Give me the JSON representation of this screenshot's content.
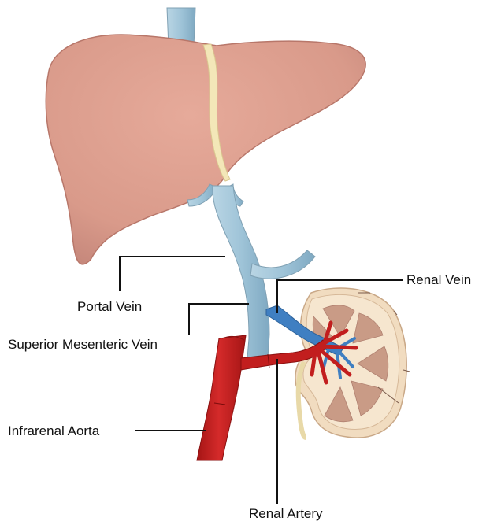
{
  "diagram": {
    "labels": {
      "portal_vein": "Portal Vein",
      "superior_mesenteric_vein": "Superior Mesenteric Vein",
      "infrarenal_aorta": "Infrarenal Aorta",
      "renal_vein": "Renal Vein",
      "renal_artery": "Renal Artery"
    },
    "colors": {
      "liver": "#d99a8a",
      "liver_shadow": "#b8776a",
      "ligament": "#f3e7b8",
      "vein": "#9fc4d8",
      "renal_vein": "#3f7fc2",
      "artery": "#c21e1e",
      "kidney_cortex": "#f1dcc0",
      "kidney_pyramid": "#c99b86",
      "leader_line": "#111111"
    }
  }
}
